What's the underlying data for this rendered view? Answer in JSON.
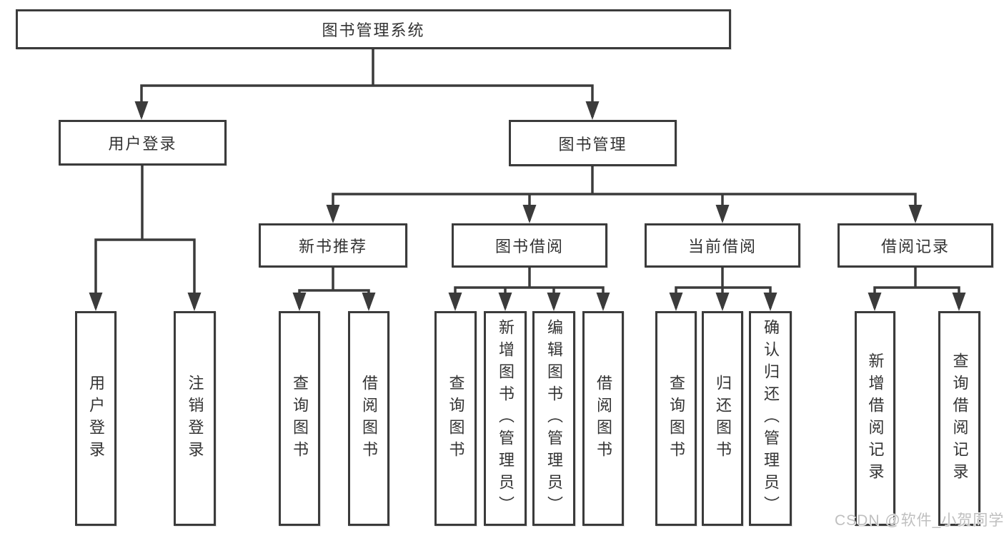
{
  "diagram": {
    "type": "hierarchy",
    "nodes": {
      "root": "图书管理系统",
      "login": "用户登录",
      "mgmt": "图书管理",
      "rec": "新书推荐",
      "borrow": "图书借阅",
      "current": "当前借阅",
      "records": "借阅记录",
      "login_children": [
        "用户登录",
        "注销登录"
      ],
      "rec_children": [
        "查询图书",
        "借阅图书"
      ],
      "borrow_children": [
        "查询图书",
        "新增图书（管理员）",
        "编辑图书（管理员）",
        "借阅图书"
      ],
      "current_children": [
        "查询图书",
        "归还图书",
        "确认归还（管理员）"
      ],
      "records_children": [
        "新增借阅记录",
        "查询借阅记录"
      ]
    },
    "hierarchy": {
      "图书管理系统": {
        "用户登录": [
          "用户登录",
          "注销登录"
        ],
        "图书管理": {
          "新书推荐": [
            "查询图书",
            "借阅图书"
          ],
          "图书借阅": [
            "查询图书",
            "新增图书（管理员）",
            "编辑图书（管理员）",
            "借阅图书"
          ],
          "当前借阅": [
            "查询图书",
            "归还图书",
            "确认归还（管理员）"
          ],
          "借阅记录": [
            "新增借阅记录",
            "查询借阅记录"
          ]
        }
      }
    }
  },
  "watermark": {
    "text": "CSDN @软件_小贺同学"
  },
  "colors": {
    "line": "#3b3b3b",
    "text": "#333333",
    "background": "#ffffff",
    "watermark": "#bfbfbf"
  }
}
